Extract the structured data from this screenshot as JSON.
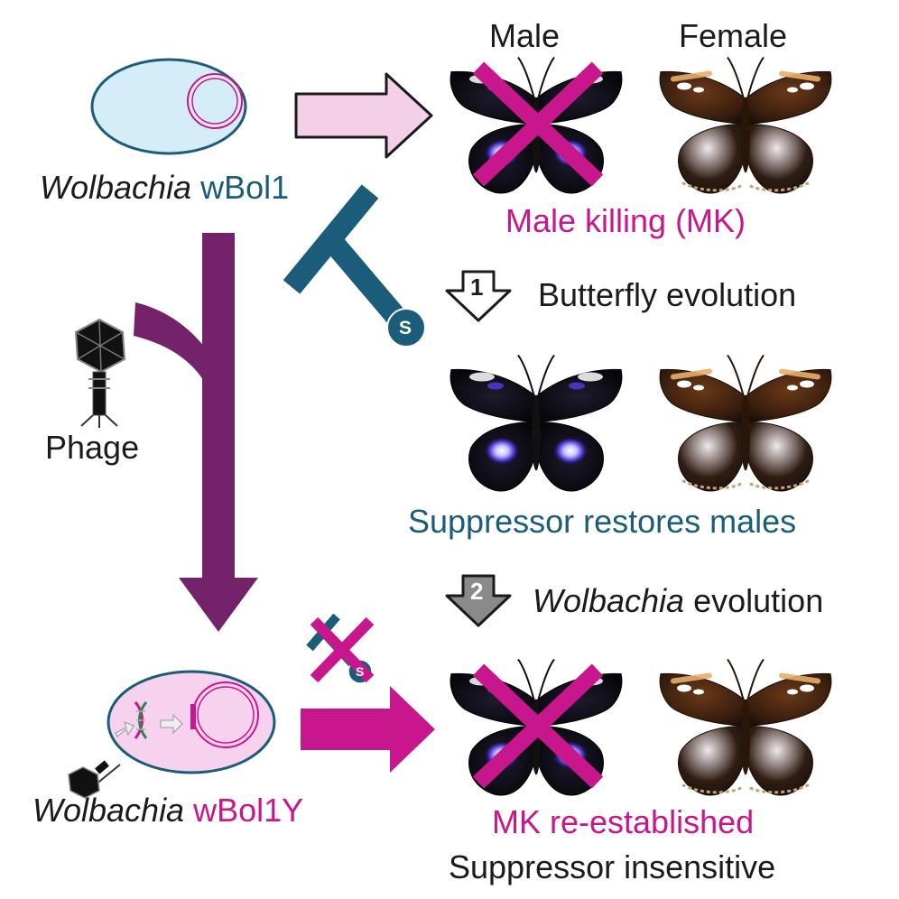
{
  "colors": {
    "magenta": "#c8168c",
    "teal": "#1a5c7a",
    "plum": "#74226a",
    "pink_arrow": "#f3cfe8",
    "cell_blue": "#d4edf8",
    "cell_pink": "#f6d2ee",
    "dark": "#1b1b1b"
  },
  "labels": {
    "male": "Male",
    "female": "Female",
    "wolbachia": "Wolbachia",
    "strain1": "wBol1",
    "strain2": "wBol1Y",
    "phage": "Phage",
    "male_killing": "Male killing (MK)",
    "step1_number": "1",
    "step1_text": "Butterfly evolution",
    "suppressor_restores": "Suppressor restores males",
    "step2_number": "2",
    "step2_wolbachia": "Wolbachia",
    "step2_text": "evolution",
    "mk_reestablished": "MK re-established",
    "suppressor_insensitive": "Suppressor insensitive",
    "suppressor_symbol": "S"
  },
  "icons": {
    "bacterium": "wolbachia-cell-icon",
    "phage": "bacteriophage-icon",
    "dna": "dna-icon",
    "suppressor": "suppressor-t-icon",
    "cross": "cross-out-icon",
    "butterfly_male": "male-butterfly-icon",
    "butterfly_female": "female-butterfly-icon"
  }
}
